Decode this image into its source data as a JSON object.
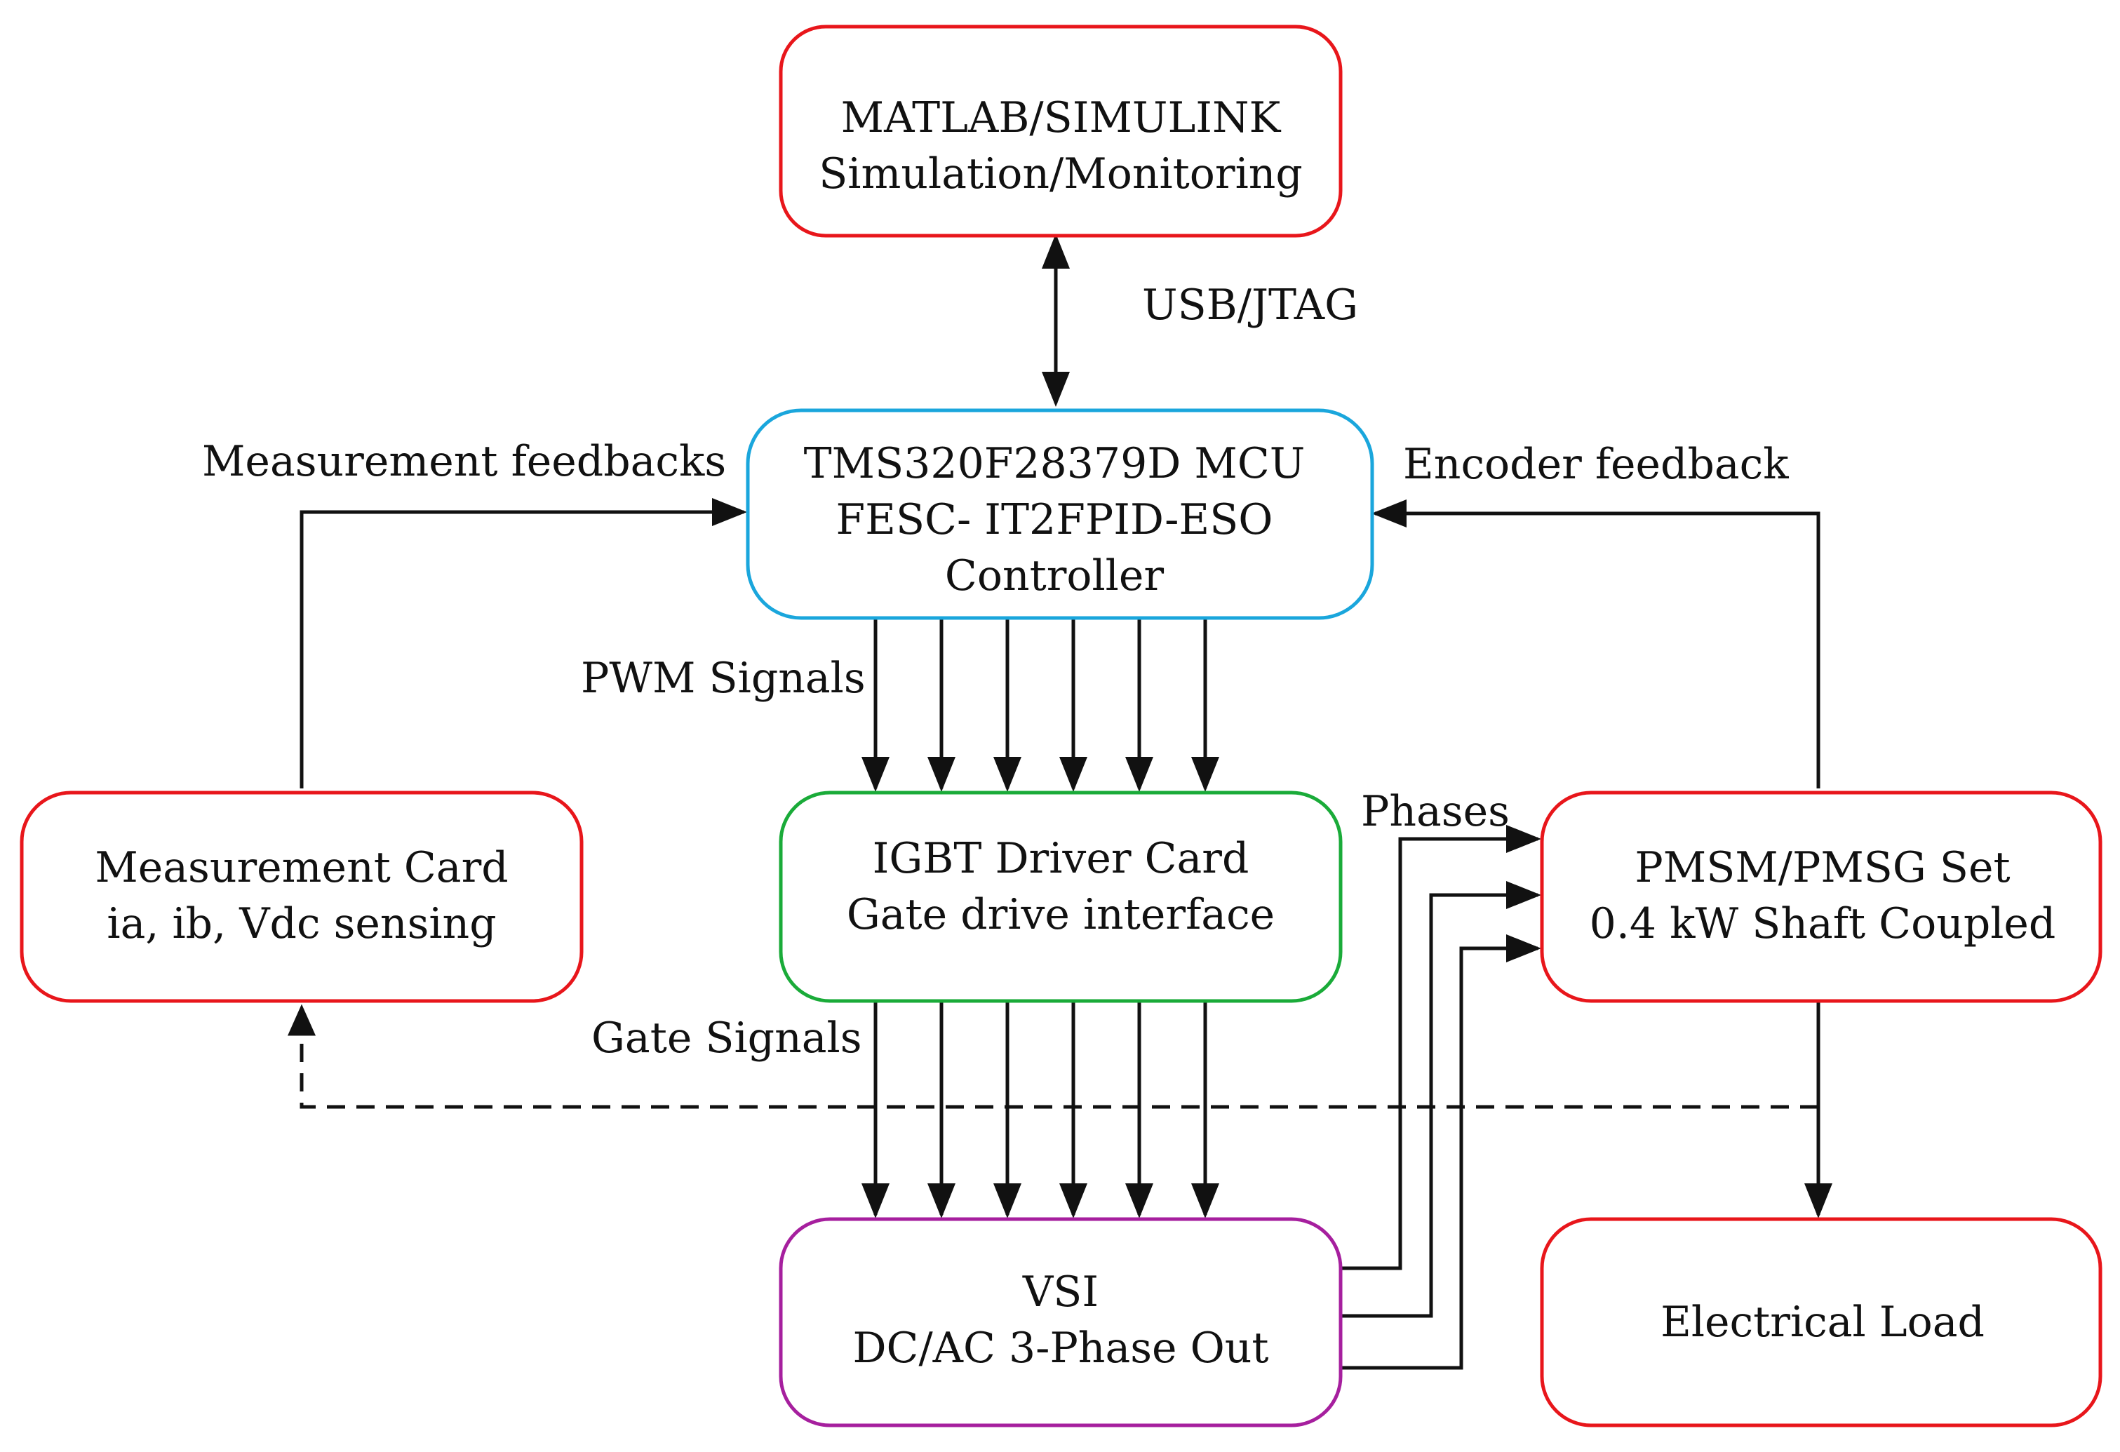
{
  "colors": {
    "red": "#e8161b",
    "cyan": "#1aa6dc",
    "green": "#1aab39",
    "purple": "#a61f9e",
    "line": "#111111"
  },
  "nodes": {
    "matlab": {
      "line1": "MATLAB/SIMULINK",
      "line2": "Simulation/Monitoring"
    },
    "mcu": {
      "line1": "TMS320F28379D MCU",
      "line2": "FESC- IT2FPID-ESO",
      "line3": "Controller"
    },
    "measurement": {
      "line1": "Measurement Card",
      "line2": "ia, ib, Vdc sensing"
    },
    "igbt": {
      "line1": "IGBT Driver Card",
      "line2": "Gate drive interface"
    },
    "pmsm": {
      "line1": "PMSM/PMSG Set",
      "line2": "0.4 kW Shaft Coupled"
    },
    "vsi": {
      "line1": "VSI",
      "line2": "DC/AC 3-Phase Out"
    },
    "load": {
      "line1": "Electrical Load"
    }
  },
  "labels": {
    "usb": "USB/JTAG",
    "measurement_feedbacks": "Measurement feedbacks",
    "encoder_feedback": "Encoder feedback",
    "pwm_signals": "PWM Signals",
    "gate_signals": "Gate Signals",
    "phases": "Phases"
  }
}
